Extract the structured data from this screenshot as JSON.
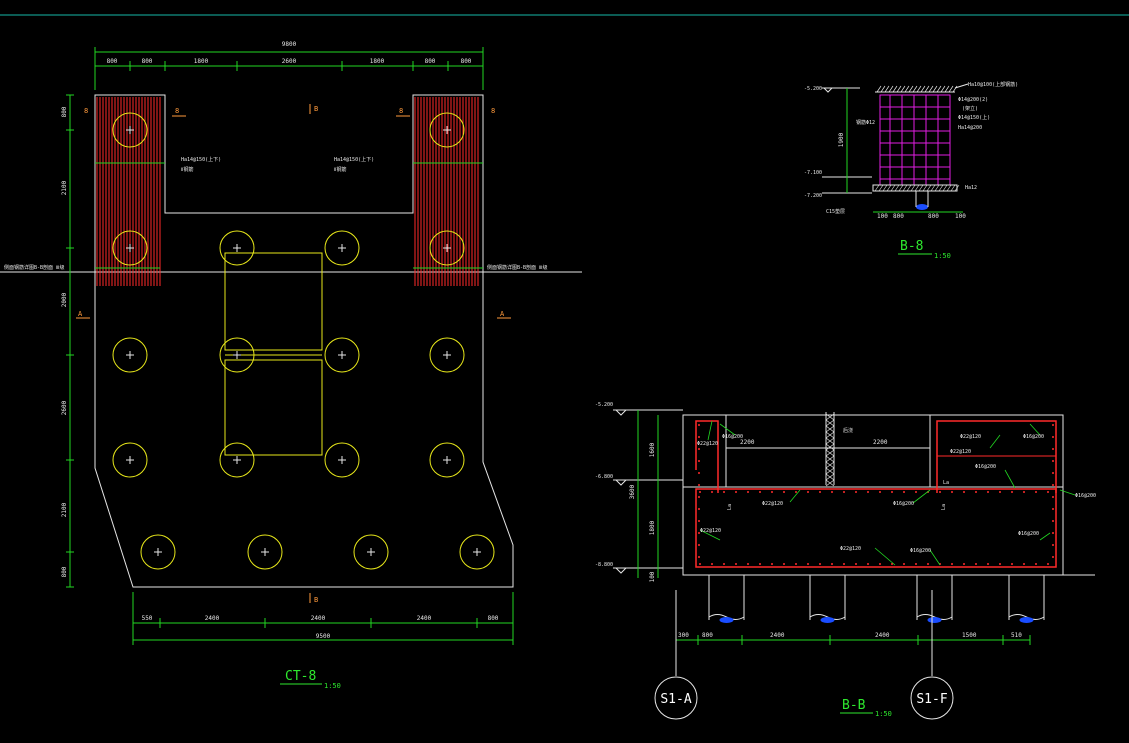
{
  "colors": {
    "background": "#000000",
    "outline": "#e6e6e6",
    "dimension": "#22d622",
    "pile": "#e8e81a",
    "rebar": "#ff2a2a",
    "stirrup": "#e21ee2",
    "section_mark": "#ff9a3c",
    "title": "#2ee82e",
    "frame_line": "#16b8a8"
  },
  "plan": {
    "title": "CT-8",
    "scale": "1:50",
    "top_dims": [
      "800",
      "800",
      "1800",
      "2600",
      "1800",
      "800",
      "800"
    ],
    "top_total": "9800",
    "bottom_dims": [
      "550",
      "2400",
      "2400",
      "2400",
      "800"
    ],
    "bottom_total": "9500",
    "left_dims": [
      "800",
      "2100",
      "2000",
      "2600",
      "2100",
      "800"
    ],
    "section_B": "B",
    "section_A": "A",
    "note_left": "Ha14@150(上下)",
    "note_left_sub": "Ⅱ钢筋",
    "note_right": "Ha14@150(上下)",
    "note_right_sub": "Ⅱ钢筋",
    "side_note_left": "侧面钢筋详图B-B剖面 Ⅲ级",
    "side_note_right": "侧面钢筋详图B-B剖面 Ⅲ级"
  },
  "section_88": {
    "title": "B-8",
    "scale": "1:50",
    "elev_top": "-5.200",
    "elev_mid": "-7.100",
    "elev_bot": "-7.200",
    "height_dim": "1900",
    "bottom_dims": [
      "100",
      "800",
      "800",
      "100"
    ],
    "notes": [
      "Ha10@100(上部钢筋)",
      "Φ14@200(2)",
      "(架立)",
      "Φ14@150(上)",
      "Ha14@200"
    ],
    "left_note": "钢筋Φ12",
    "bottom_note": "C15垫层",
    "right_note": "Ha12"
  },
  "section_BB": {
    "title": "B-B",
    "scale": "1:50",
    "elev_top": "-5.200",
    "elev_mid": "-6.800",
    "elev_bot": "-8.800",
    "left_dims": [
      "1600",
      "1800",
      "100"
    ],
    "left_total": "3600",
    "bottom_dims": [
      "300",
      "800",
      "2400",
      "2400",
      "1500",
      "510"
    ],
    "inner_dims": [
      "2200",
      "2200"
    ],
    "callouts": [
      "Φ22@120",
      "Φ16@200",
      "Φ22@120",
      "Φ16@200",
      "Φ22@120",
      "Φ16@200",
      "Φ22@120",
      "Φ22@120",
      "Φ22@120",
      "Φ16@200",
      "Φ16@200",
      "Φ16@200"
    ],
    "gap_note": "后浇",
    "axis_left": "S1-A",
    "axis_right": "S1-F",
    "la": "La"
  }
}
